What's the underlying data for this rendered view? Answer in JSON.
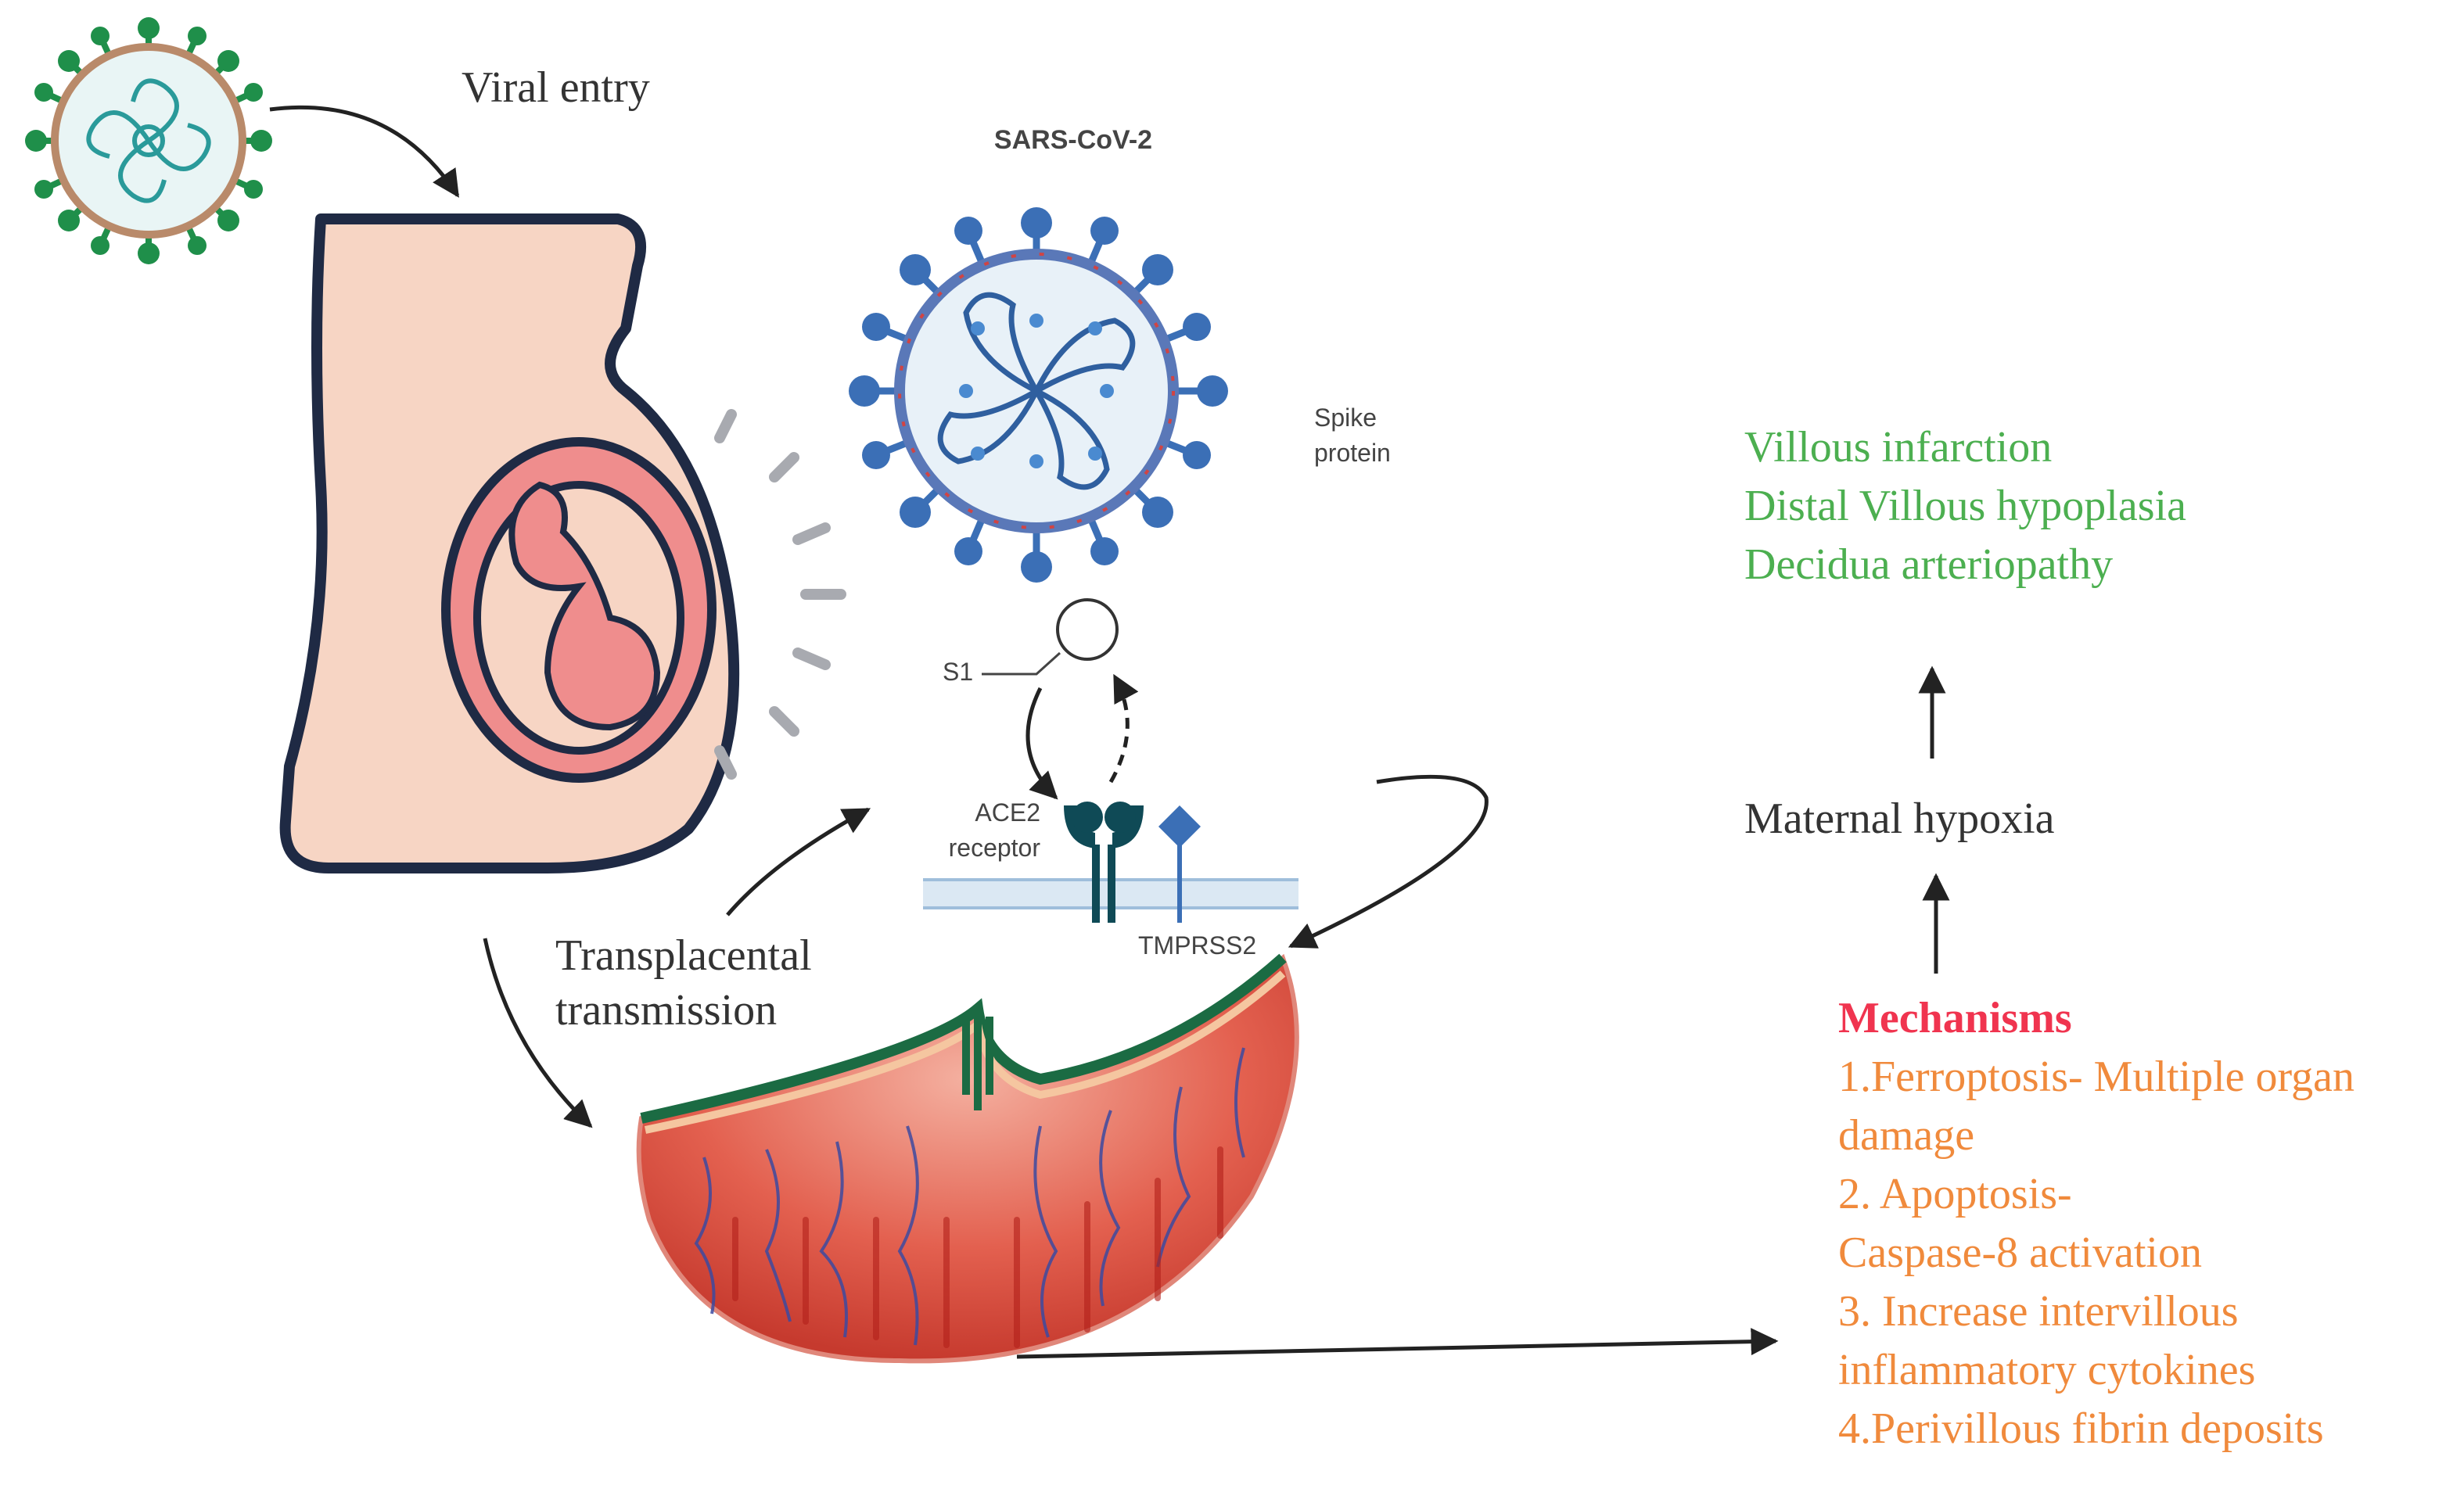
{
  "labels": {
    "viral_entry": "Viral entry",
    "virus_name": "SARS-CoV-2",
    "spike_line1": "Spike",
    "spike_line2": "protein",
    "s1": "S1",
    "ace2_line1": "ACE2",
    "ace2_line2": "receptor",
    "tmprss2": "TMPRSS2",
    "transplacental_line1": "Transplacental",
    "transplacental_line2": "transmission"
  },
  "outcomes": {
    "items": [
      "Villous infarction",
      "Distal Villous hypoplasia",
      "Decidua arteriopathy"
    ],
    "hypoxia": "Maternal hypoxia"
  },
  "mechanisms": {
    "title": "Mechanisms",
    "lines": [
      "1.Ferroptosis- Multiple organ",
      "damage",
      "2. Apoptosis-",
      "Caspase-8 activation",
      "3. Increase intervillous",
      "inflammatory cytokines",
      "4.Perivillous fibrin deposits"
    ]
  },
  "colors": {
    "green_text": "#4caf50",
    "orange_text": "#f08a3c",
    "red_title": "#f0344f",
    "virus_blue": "#3b6fb6",
    "small_virus_green": "#1f8f4a",
    "placenta_red": "#d9483b",
    "skin": "#f7d5c4",
    "womb_pink": "#ef8d8d"
  }
}
